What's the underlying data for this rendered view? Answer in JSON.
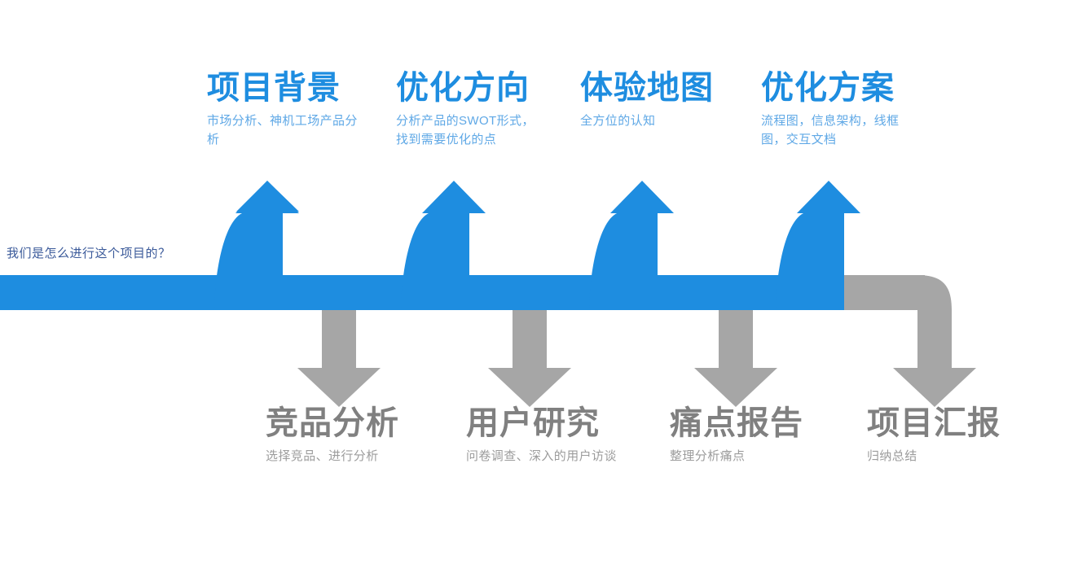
{
  "intro": {
    "question": "我们是怎么进行这个项目的？"
  },
  "colors": {
    "blue": "#1e8de0",
    "blue_sub": "#5fa8e6",
    "gray": "#a6a6a6",
    "gray_title": "#808080",
    "gray_sub": "#9c9c9c",
    "intro_text": "#3b5a9a",
    "background": "#ffffff"
  },
  "upper_nodes": [
    {
      "title": "项目背景",
      "subtitle": "市场分析、神机工场产品分析",
      "arrow": "up-arrow-icon"
    },
    {
      "title": "优化方向",
      "subtitle": "分析产品的SWOT形式，找到需要优化的点",
      "arrow": "up-arrow-icon"
    },
    {
      "title": "体验地图",
      "subtitle": "全方位的认知",
      "arrow": "up-arrow-icon"
    },
    {
      "title": "优化方案",
      "subtitle": "流程图，信息架构，线框图，交互文档",
      "arrow": "up-arrow-icon"
    }
  ],
  "lower_nodes": [
    {
      "title": "竞品分析",
      "subtitle": "选择竞品、进行分析",
      "arrow": "down-arrow-icon"
    },
    {
      "title": "用户研究",
      "subtitle": "问卷调查、深入的用户访谈",
      "arrow": "down-arrow-icon"
    },
    {
      "title": "痛点报告",
      "subtitle": "整理分析痛点",
      "arrow": "down-arrow-icon"
    },
    {
      "title": "项目汇报",
      "subtitle": "归纳总结",
      "arrow": "down-arrow-icon"
    }
  ]
}
